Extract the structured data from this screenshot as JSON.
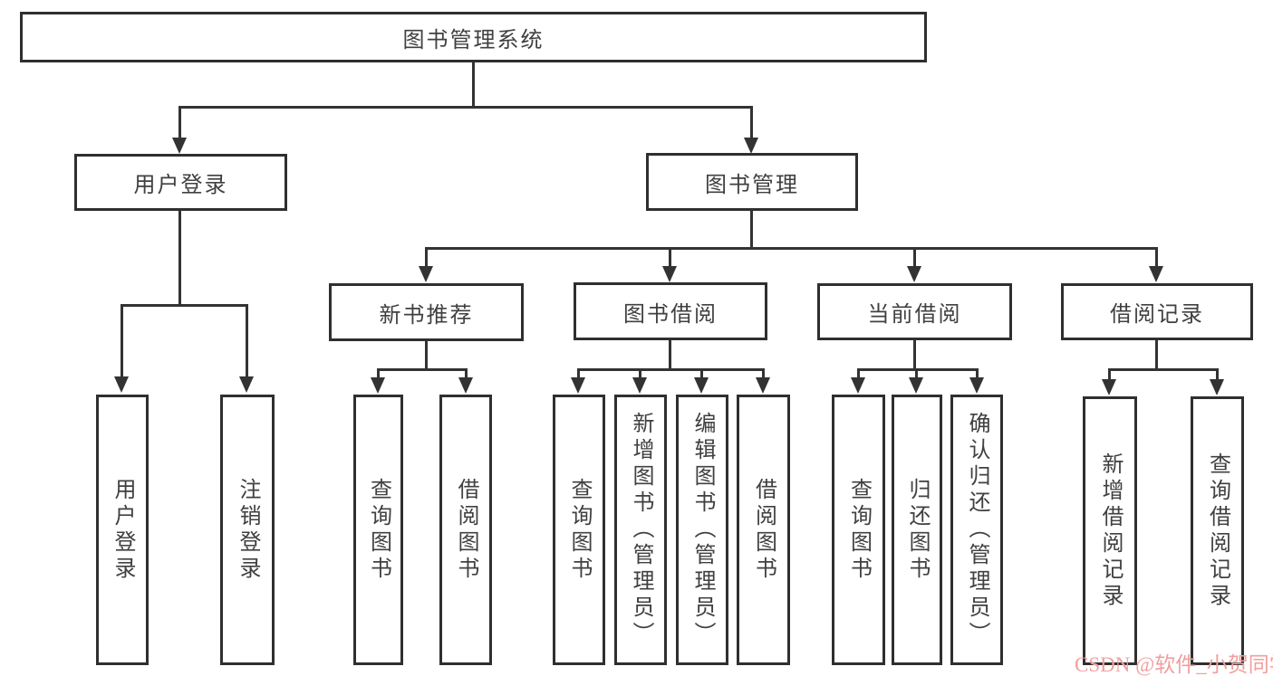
{
  "diagram": {
    "root": {
      "label": "图书管理系统"
    },
    "level2": [
      {
        "label": "用户登录",
        "children": [
          {
            "label": "用户登录"
          },
          {
            "label": "注销登录"
          }
        ]
      },
      {
        "label": "图书管理",
        "children": [
          {
            "label": "新书推荐",
            "children": [
              {
                "label": "查询图书"
              },
              {
                "label": "借阅图书"
              }
            ]
          },
          {
            "label": "图书借阅",
            "children": [
              {
                "label": "查询图书"
              },
              {
                "label": "新增图书（管理员）"
              },
              {
                "label": "编辑图书（管理员）"
              },
              {
                "label": "借阅图书"
              }
            ]
          },
          {
            "label": "当前借阅",
            "children": [
              {
                "label": "查询图书"
              },
              {
                "label": "归还图书"
              },
              {
                "label": "确认归还（管理员）"
              }
            ]
          },
          {
            "label": "借阅记录",
            "children": [
              {
                "label": "新增借阅记录"
              },
              {
                "label": "查询借阅记录"
              }
            ]
          }
        ]
      }
    ]
  },
  "watermark": {
    "text": "CSDN @软件_小贺同学"
  },
  "colors": {
    "line": "#333333",
    "border": "#2f2f2f",
    "text": "#404040",
    "background": "#ffffff",
    "watermark": "#f19e9e"
  }
}
